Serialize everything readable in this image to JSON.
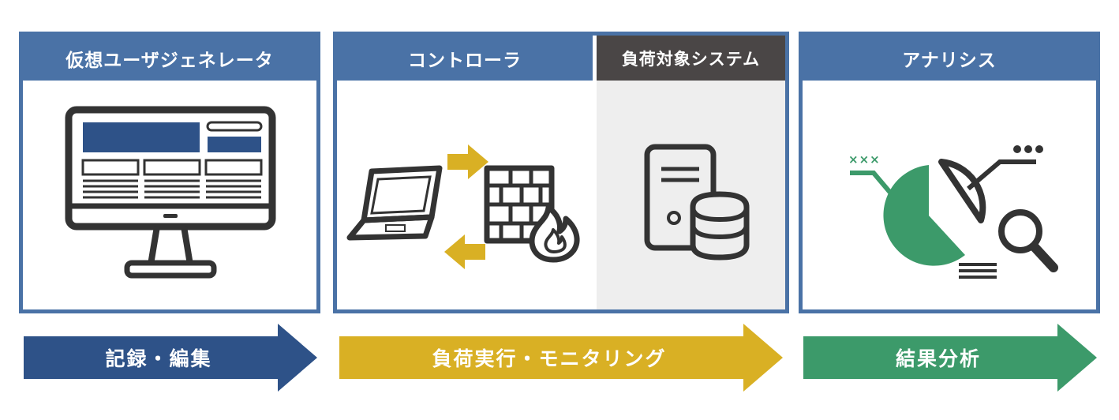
{
  "panels": {
    "generator": {
      "title": "仮想ユーザジェネレータ"
    },
    "controller": {
      "title": "コントローラ",
      "target_title": "負荷対象システム"
    },
    "analysis": {
      "title": "アナリシス"
    }
  },
  "arrows": {
    "record": "記録・編集",
    "execute": "負荷実行・モニタリング",
    "analyze": "結果分析"
  },
  "icons": {
    "analysis_marks": "×××"
  },
  "colors": {
    "panel_blue": "#4a72a6",
    "arrow_navy": "#2e5288",
    "arrow_gold": "#d9b024",
    "arrow_green": "#3c9a6a",
    "dark_gray": "#4a4646"
  }
}
